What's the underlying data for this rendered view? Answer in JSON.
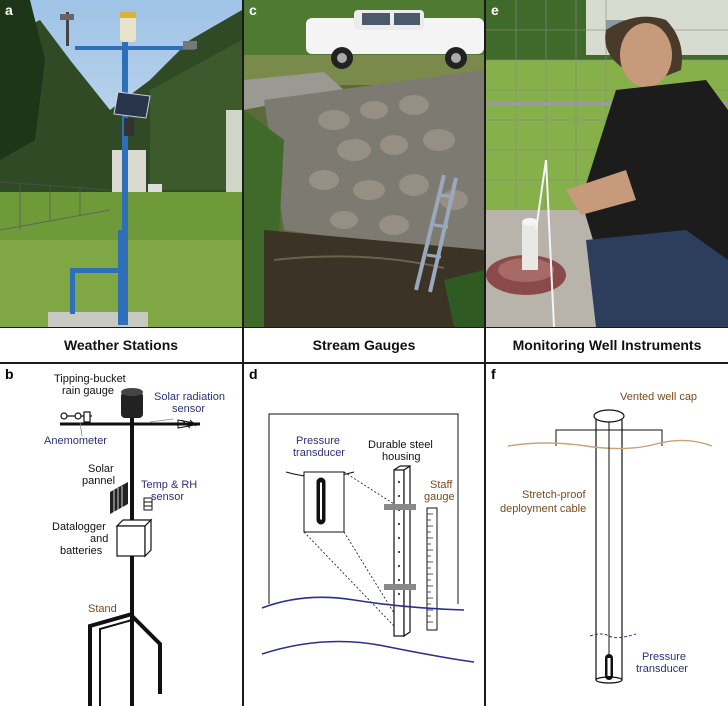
{
  "panels": {
    "a": "a",
    "c": "c",
    "e": "e",
    "b": "b",
    "d": "d",
    "f": "f"
  },
  "headers": {
    "weather": "Weather Stations",
    "stream": "Stream Gauges",
    "well": "Monitoring Well Instruments"
  },
  "weather_labels": {
    "rain_gauge_1": "Tipping-bucket",
    "rain_gauge_2": "rain gauge",
    "solar_rad_1": "Solar radiation",
    "solar_rad_2": "sensor",
    "anemometer": "Anemometer",
    "solar_panel_1": "Solar",
    "solar_panel_2": "pannel",
    "temp_rh_1": "Temp & RH",
    "temp_rh_2": "sensor",
    "datalogger_1": "Datalogger",
    "datalogger_2": "and",
    "datalogger_3": "batteries",
    "stand": "Stand"
  },
  "stream_labels": {
    "pressure_1": "Pressure",
    "pressure_2": "transducer",
    "housing_1": "Durable steel",
    "housing_2": "housing",
    "staff_1": "Staff",
    "staff_2": "gauge"
  },
  "well_labels": {
    "cap": "Vented well cap",
    "cable_1": "Stretch-proof",
    "cable_2": "deployment cable",
    "pressure_1": "Pressure",
    "pressure_2": "transducer"
  },
  "colors": {
    "label_blue": "#2d2f7a",
    "label_brown": "#7a4a1a",
    "water_line": "#2a2f8a",
    "ground_line": "#c8a27a",
    "mast_blue": "#2f6fb8"
  }
}
